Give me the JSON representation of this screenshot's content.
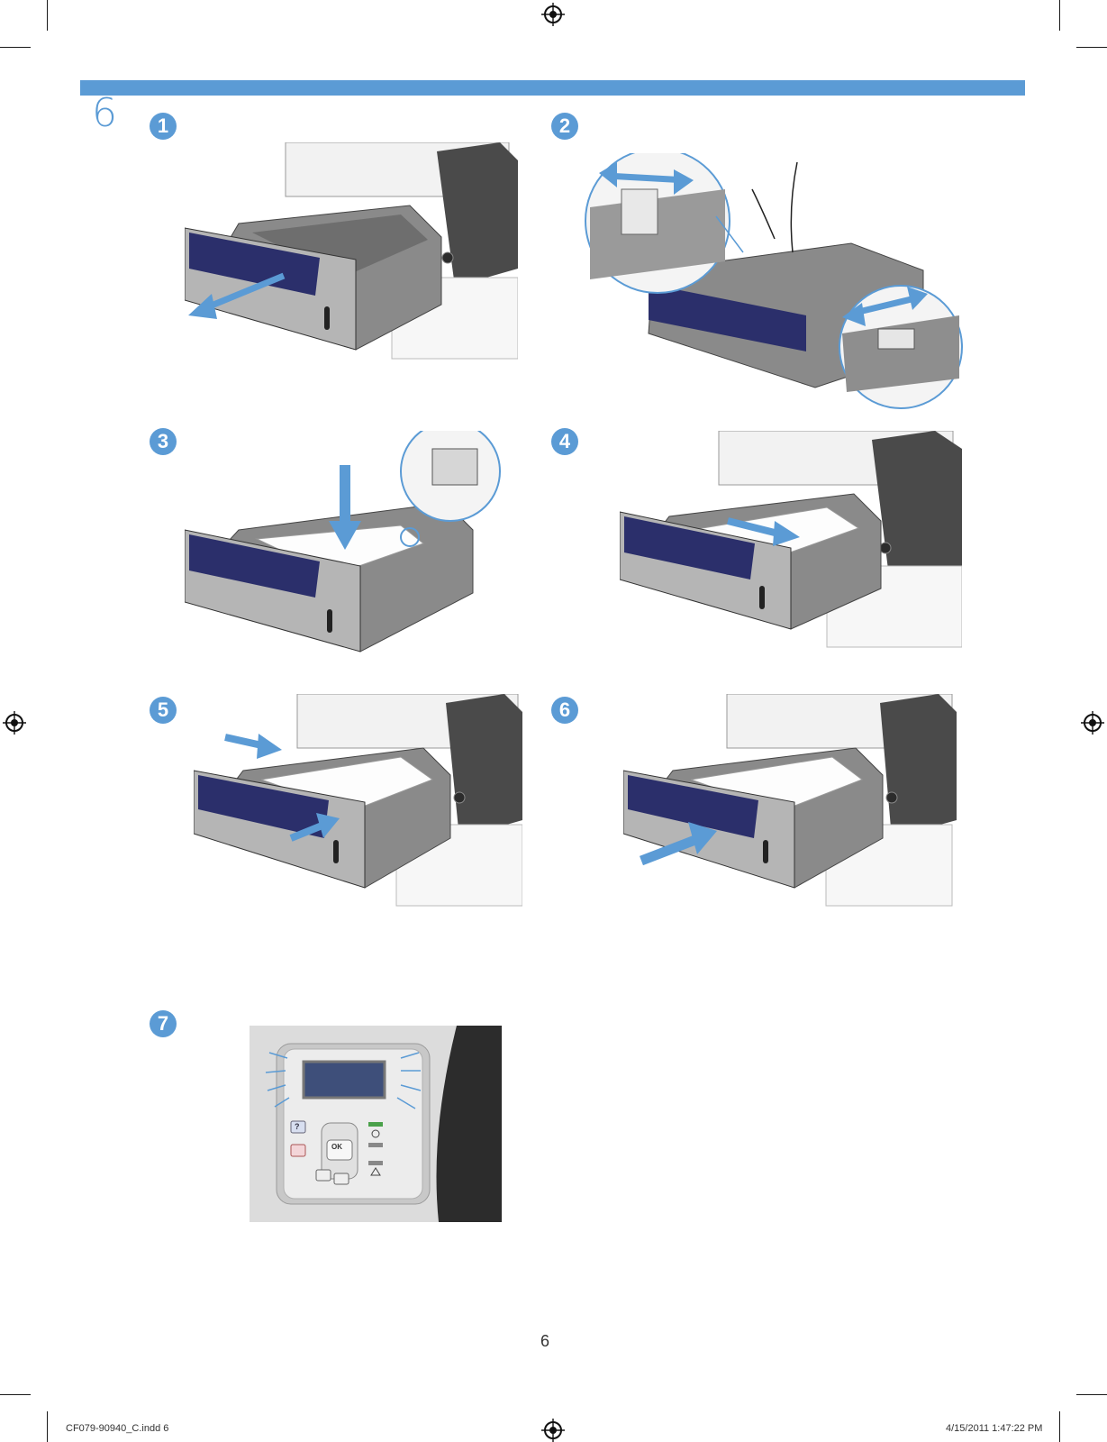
{
  "section_number": "6",
  "steps": [
    {
      "label": "1"
    },
    {
      "label": "2"
    },
    {
      "label": "3"
    },
    {
      "label": "4"
    },
    {
      "label": "5"
    },
    {
      "label": "6"
    },
    {
      "label": "7"
    }
  ],
  "control_panel": {
    "help_label": "?",
    "ok_label": "OK"
  },
  "page_number": "6",
  "slug": {
    "file": "CF079-90940_C.indd   6",
    "timestamp": "4/15/2011   1:47:22 PM"
  },
  "colors": {
    "accent": "#5b9bd5",
    "handle": "#2b2f6b",
    "tray": "#7a7a7a"
  }
}
